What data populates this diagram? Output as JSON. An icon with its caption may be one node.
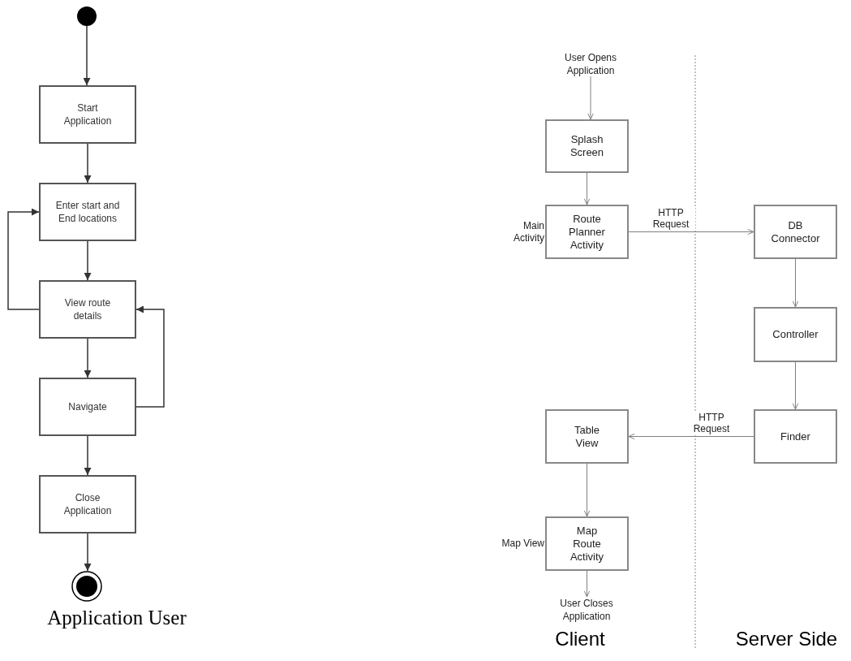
{
  "diagram": {
    "nodes": [
      {
        "text": [],
        "shape": "circle"
      },
      {
        "text": [
          "Start Application"
        ]
      },
      {
        "text": [
          "Enter start and End locations"
        ]
      },
      {
        "text": [
          "View route details"
        ]
      },
      {
        "text": [
          "Navigate"
        ]
      },
      {
        "text": [
          "Close Application"
        ]
      },
      {
        "text": [],
        "shape": "bullseye"
      },
      {
        "text": [
          "User Opens Application"
        ]
      },
      {
        "text": [
          "Splash Screen"
        ]
      },
      {
        "text": [
          "Route Planner Activity"
        ],
        "beside": [
          "Main Activity"
        ]
      },
      {
        "text": [
          "DB Connector"
        ]
      },
      {
        "text": [
          "Controller"
        ]
      },
      {
        "text": [
          "Finder"
        ]
      },
      {
        "text": [
          "Table View"
        ]
      },
      {
        "text": [
          "Map Route Activity"
        ],
        "beside": [
          "Map View"
        ]
      },
      {
        "text": [
          "User Closes Application"
        ]
      }
    ],
    "edges": [
      {
        "from": 0,
        "to": 1,
        "arrow": "to"
      },
      {
        "from": 1,
        "to": 2,
        "arrow": "to"
      },
      {
        "from": 2,
        "to": 3,
        "arrow": "to"
      },
      {
        "from": 3,
        "to": 4,
        "arrow": "to"
      },
      {
        "from": 4,
        "to": 5,
        "arrow": "to"
      },
      {
        "from": 5,
        "to": 6,
        "arrow": "to"
      },
      {
        "from": 3,
        "to": 2,
        "arrow": "to"
      },
      {
        "from": 4,
        "to": 3,
        "arrow": "to"
      },
      {
        "from": 7,
        "to": 8,
        "arrow": "to",
        "color": "#808080"
      },
      {
        "from": 8,
        "to": 9,
        "arrow": "to",
        "color": "#808080"
      },
      {
        "from": 9,
        "to": 10,
        "arrow": "to",
        "label": "HTTP Request",
        "color": "#808080"
      },
      {
        "from": 10,
        "to": 11,
        "arrow": "to",
        "color": "#808080"
      },
      {
        "from": 11,
        "to": 12,
        "arrow": "to",
        "color": "#808080"
      },
      {
        "from": 12,
        "to": 13,
        "arrow": "to",
        "label": "HTTP Request",
        "color": "#808080"
      },
      {
        "from": 13,
        "to": 14,
        "arrow": "to",
        "color": "#808080"
      },
      {
        "from": 14,
        "to": 15,
        "arrow": "to",
        "color": "#808080"
      }
    ],
    "labels": [
      "Application User",
      "Client",
      "Server Side"
    ]
  }
}
